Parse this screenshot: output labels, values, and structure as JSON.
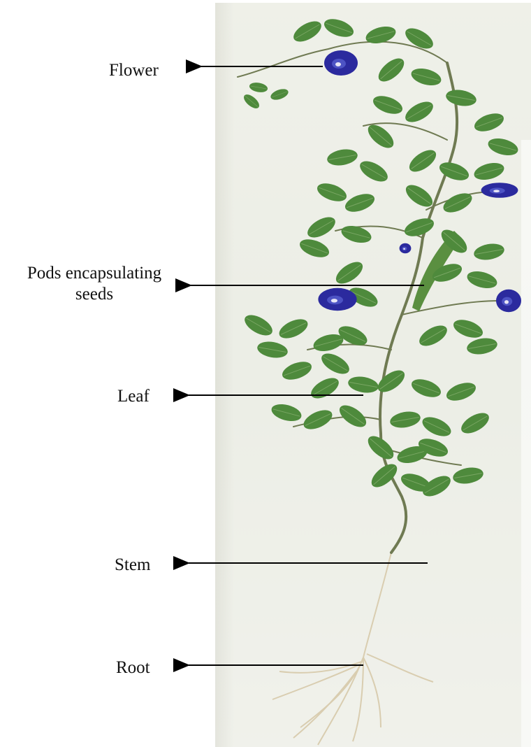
{
  "labels": {
    "flower": "Flower",
    "pods_line1": "Pods encapsulating",
    "pods_line2": "seeds",
    "leaf": "Leaf",
    "stem": "Stem",
    "root": "Root"
  },
  "colors": {
    "background": "#ffffff",
    "photo_background": "#eef0e8",
    "leaf_green": "#4e8a3c",
    "leaf_dark": "#3d7230",
    "flower_blue": "#2b2a9e",
    "stem": "#6f7a52",
    "root": "#d9cdb0",
    "arrow": "#000000"
  },
  "icons": [
    "butterfly-pea-plant-photo",
    "arrow-left-icon"
  ]
}
